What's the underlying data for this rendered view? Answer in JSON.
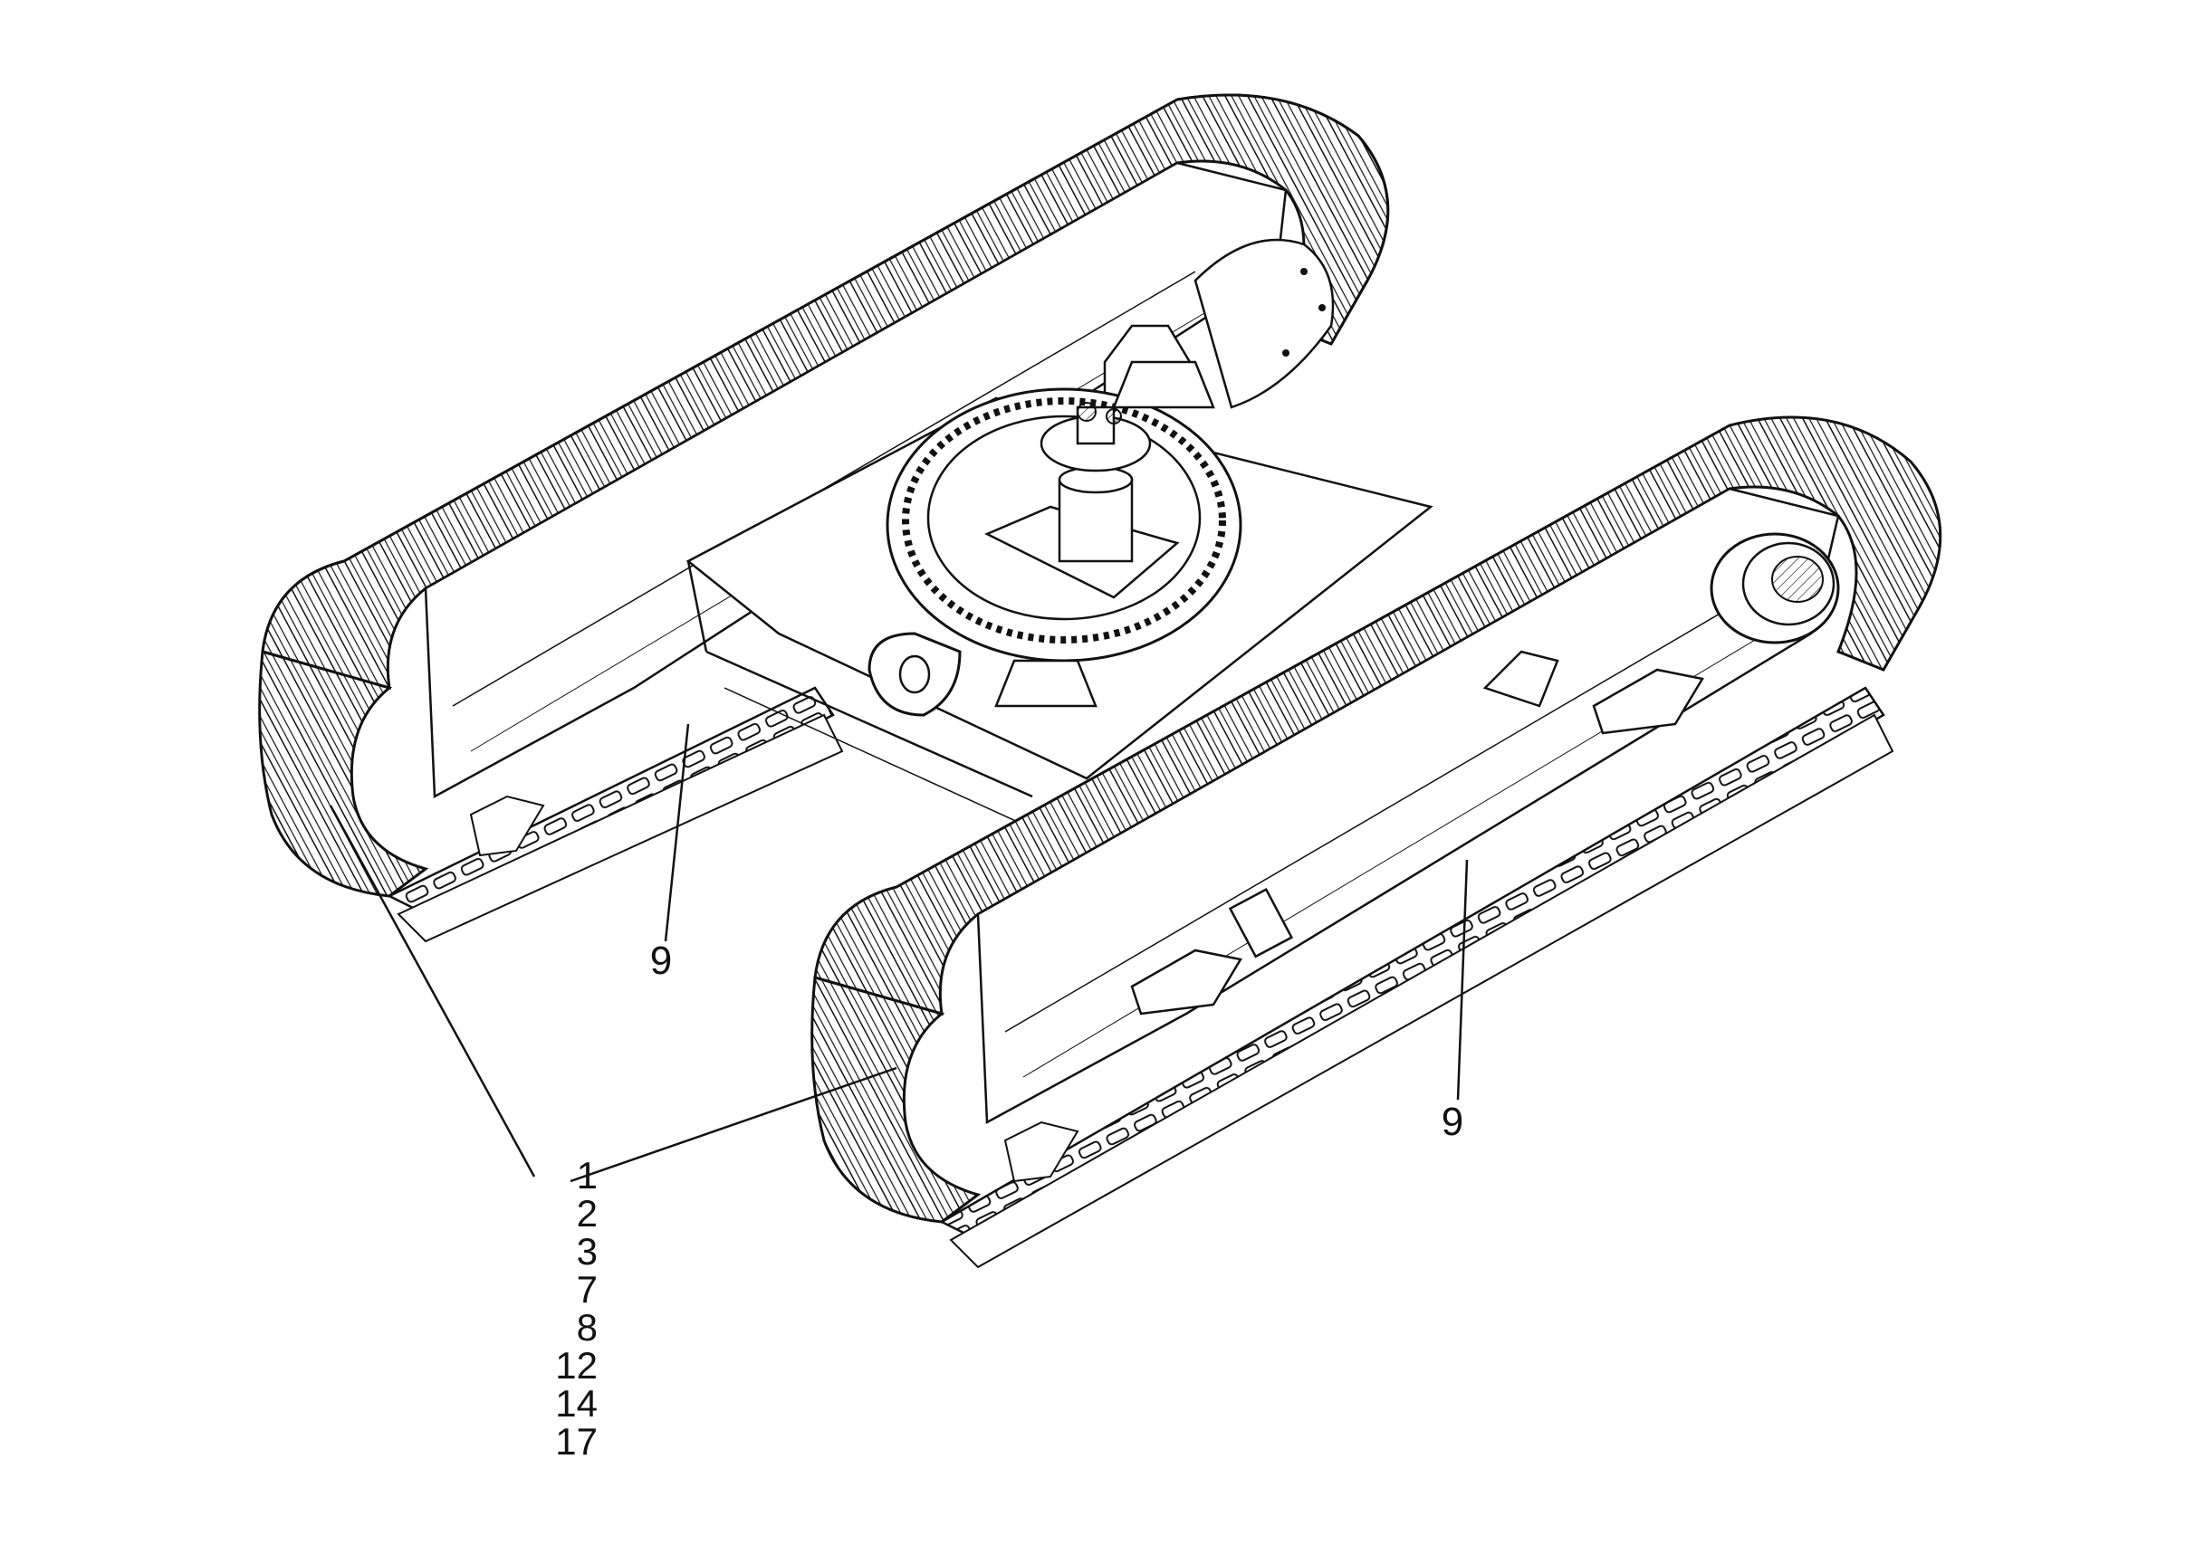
{
  "callouts": {
    "left_track": "9",
    "right_track": "9"
  },
  "part_refs": [
    "1",
    "2",
    "3",
    "7",
    "8",
    "12",
    "14",
    "17"
  ],
  "colors": {
    "ink": "#111111",
    "paper": "#ffffff"
  }
}
